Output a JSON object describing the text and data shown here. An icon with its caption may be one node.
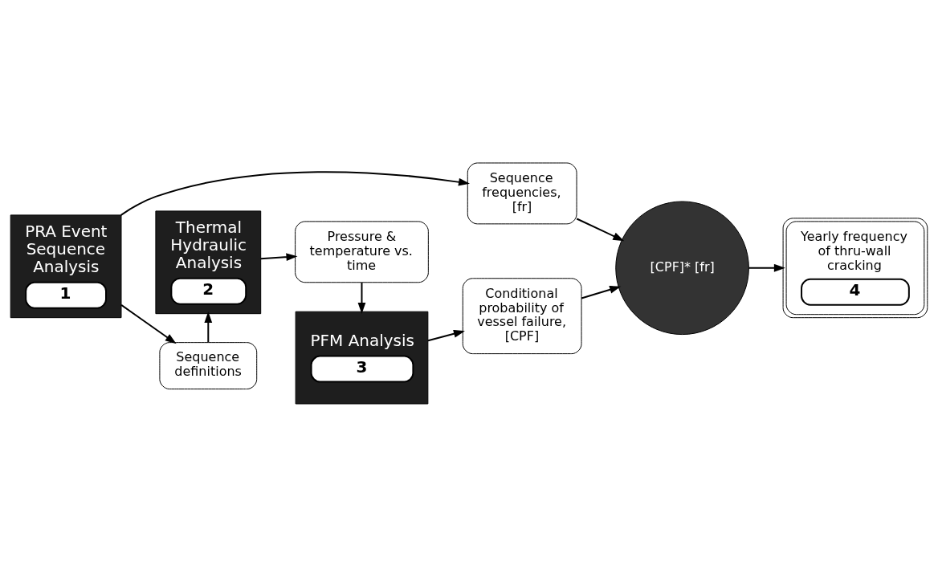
{
  "diagram": {
    "nodes": [
      {
        "text": [
          "PRA Event Sequence Analysis",
          "1"
        ]
      },
      {
        "text": [
          "Sequence definitions"
        ]
      },
      {
        "text": [
          "Thermal Hydraulic Analysis",
          "2"
        ]
      },
      {
        "text": [
          "Pressure & temperature vs. time"
        ]
      },
      {
        "text": [
          "PFM Analysis",
          "3"
        ]
      },
      {
        "text": [
          "Conditional probability of vessel failure, [CPF]"
        ]
      },
      {
        "text": [
          "Sequence frequencies, [fr]"
        ]
      },
      {
        "text": [
          "[CPF]* [fr]"
        ]
      },
      {
        "text": [
          "Yearly frequency of thru-wall cracking",
          "4"
        ]
      }
    ],
    "edges": [
      {
        "from": 0,
        "to": 1,
        "arrow": "to"
      },
      {
        "from": 0,
        "to": 6,
        "arrow": "to"
      },
      {
        "from": 1,
        "to": 2,
        "arrow": "to"
      },
      {
        "from": 2,
        "to": 3,
        "arrow": "to"
      },
      {
        "from": 3,
        "to": 4,
        "arrow": "to"
      },
      {
        "from": 4,
        "to": 5,
        "arrow": "to"
      },
      {
        "from": 5,
        "to": 7,
        "arrow": "to"
      },
      {
        "from": 6,
        "to": 7,
        "arrow": "to"
      },
      {
        "from": 7,
        "to": 8,
        "arrow": "to"
      }
    ]
  }
}
